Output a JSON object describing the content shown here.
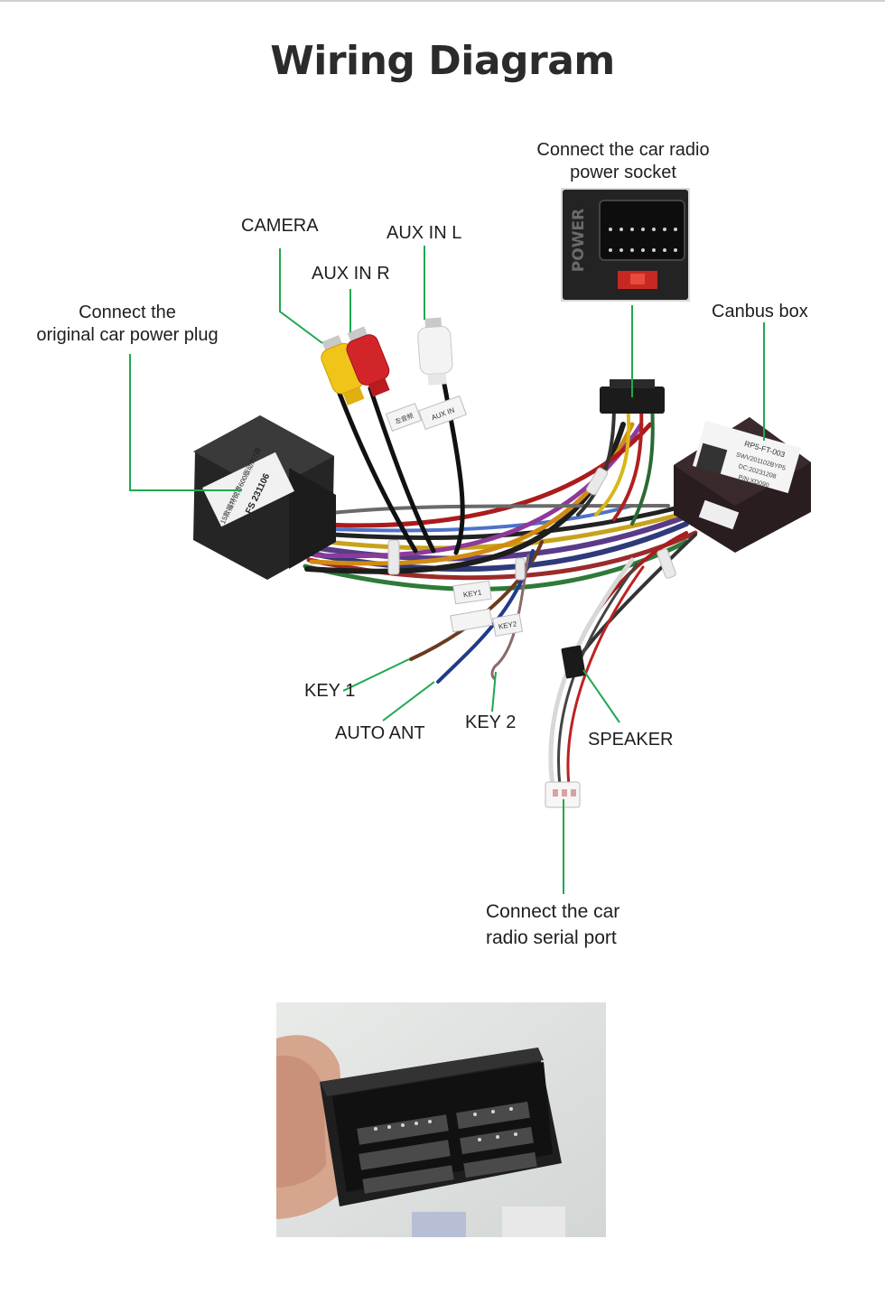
{
  "title": "Wiring Diagram",
  "labels": {
    "power_socket": [
      "Connect the car radio",
      "power socket"
    ],
    "camera": "CAMERA",
    "aux_in_l": "AUX IN L",
    "aux_in_r": "AUX IN R",
    "power_plug": [
      "Connect the",
      "original car power plug"
    ],
    "canbus_box": "Canbus box",
    "key1": "KEY 1",
    "auto_ant": "AUTO ANT",
    "key2": "KEY 2",
    "speaker": "SPEAKER",
    "serial_port": [
      "Connect the car",
      "radio  serial port"
    ]
  },
  "socket_text": "POWER",
  "plug_text": [
    "15款福特锐界600版动力T路",
    "FS  231106"
  ],
  "canbus_text": [
    "RP5-FT-003",
    "SWV201102BYP5",
    "DC:20231208",
    "P/N:XD090"
  ],
  "wire_tags": [
    "KEY1",
    "KEY2",
    "AUX IN",
    "左音频"
  ],
  "colors": {
    "callout_line": "#1fa84d",
    "text": "#1e1e1e",
    "title": "#2b2b2b"
  }
}
